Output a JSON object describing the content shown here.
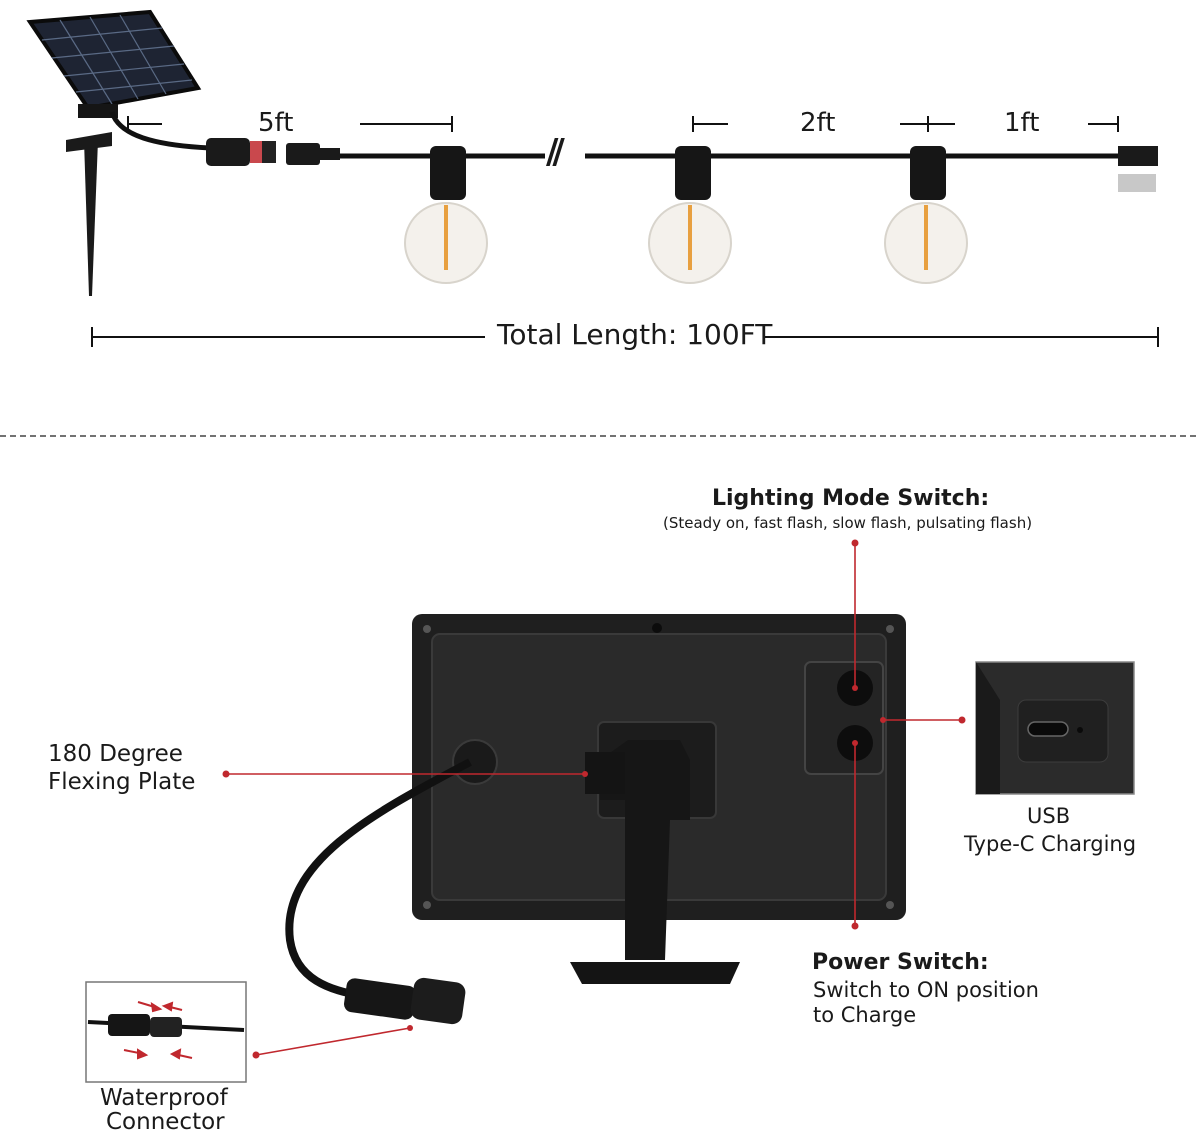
{
  "dimensions": {
    "segment_a": "5ft",
    "segment_b": "2ft",
    "segment_c": "1ft",
    "total": "Total Length: 100FT",
    "break_mark": "//"
  },
  "callouts": {
    "lighting_title": "Lighting Mode Switch:",
    "lighting_sub": "(Steady on, fast flash, slow flash, pulsating flash)",
    "flex_line1": "180 Degree",
    "flex_line2": "Flexing Plate",
    "usb_line1": "USB",
    "usb_line2": "Type-C Charging",
    "power_title": "Power Switch:",
    "power_line1": "Switch to ON position",
    "power_line2": "to Charge",
    "waterproof_line1": "Waterproof",
    "waterproof_line2": "Connector"
  },
  "colors": {
    "callout_line": "#c0282e",
    "panel": "#1c1c1c",
    "cable": "#111111",
    "bulb_filament": "#e8a040"
  }
}
